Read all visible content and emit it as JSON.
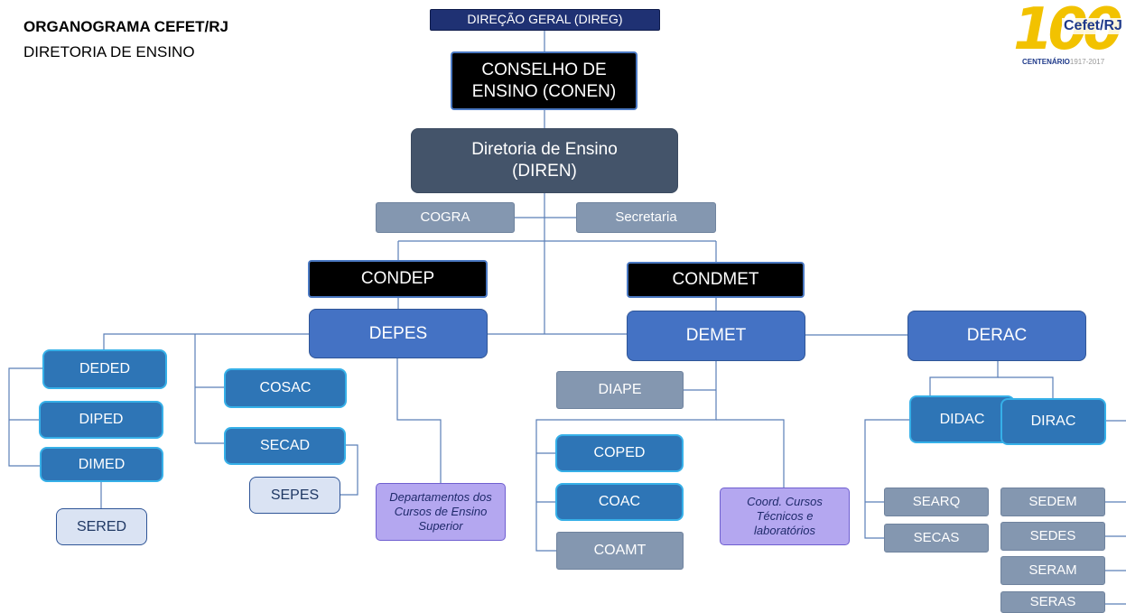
{
  "header": {
    "title": "ORGANOGRAMA CEFET/RJ",
    "subtitle": "DIRETORIA DE ENSINO"
  },
  "logo": {
    "number": "100",
    "brand": "Cefet/RJ",
    "centenario": "CENTENÁRIO",
    "years": "1917-2017"
  },
  "nodes": {
    "direg": "DIREÇÃO GERAL (DIREG)",
    "conen": "CONSELHO DE ENSINO (CONEN)",
    "diren": "Diretoria de Ensino (DIREN)",
    "cogra": "COGRA",
    "secretaria": "Secretaria",
    "condep": "CONDEP",
    "condmet": "CONDMET",
    "depes": "DEPES",
    "demet": "DEMET",
    "derac": "DERAC",
    "deded": "DEDED",
    "diped": "DIPED",
    "dimed": "DIMED",
    "sered": "SERED",
    "cosac": "COSAC",
    "secad": "SECAD",
    "sepes": "SEPES",
    "dep_cursos": "Departamentos dos Cursos de Ensino Superior",
    "diape": "DIAPE",
    "coped": "COPED",
    "coac": "COAC",
    "coamt": "COAMT",
    "coord_cursos": "Coord. Cursos Técnicos e laboratórios",
    "didac": "DIDAC",
    "dirac": "DIRAC",
    "searq": "SEARQ",
    "secas": "SECAS",
    "sedem": "SEDEM",
    "sedes": "SEDES",
    "seram": "SERAM",
    "seras": "SERAS"
  },
  "colors": {
    "connector": "#5b7fb8",
    "navy": "#1f3173",
    "slate": "#44546a",
    "gray": "#8497b0",
    "blue": "#4472c4",
    "mid": "#2e75b6",
    "light": "#dae3f3",
    "purple": "#b4a7f0",
    "logo_yellow": "#f2c200"
  }
}
